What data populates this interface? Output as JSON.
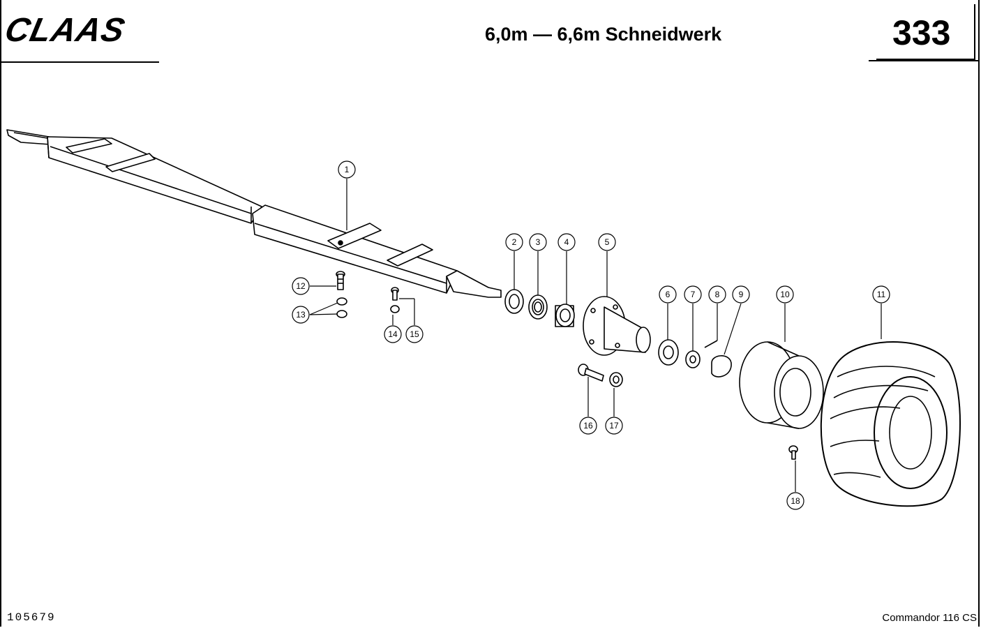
{
  "header": {
    "brand": "CLAAS",
    "title": "6,0m — 6,6m Schneidwerk",
    "page_number": "333"
  },
  "footer": {
    "document_id": "105679",
    "model": "Commandor 116 CS"
  },
  "callouts": [
    "1",
    "2",
    "3",
    "4",
    "5",
    "6",
    "7",
    "8",
    "9",
    "10",
    "11",
    "12",
    "13",
    "14",
    "15",
    "16",
    "17",
    "18"
  ]
}
